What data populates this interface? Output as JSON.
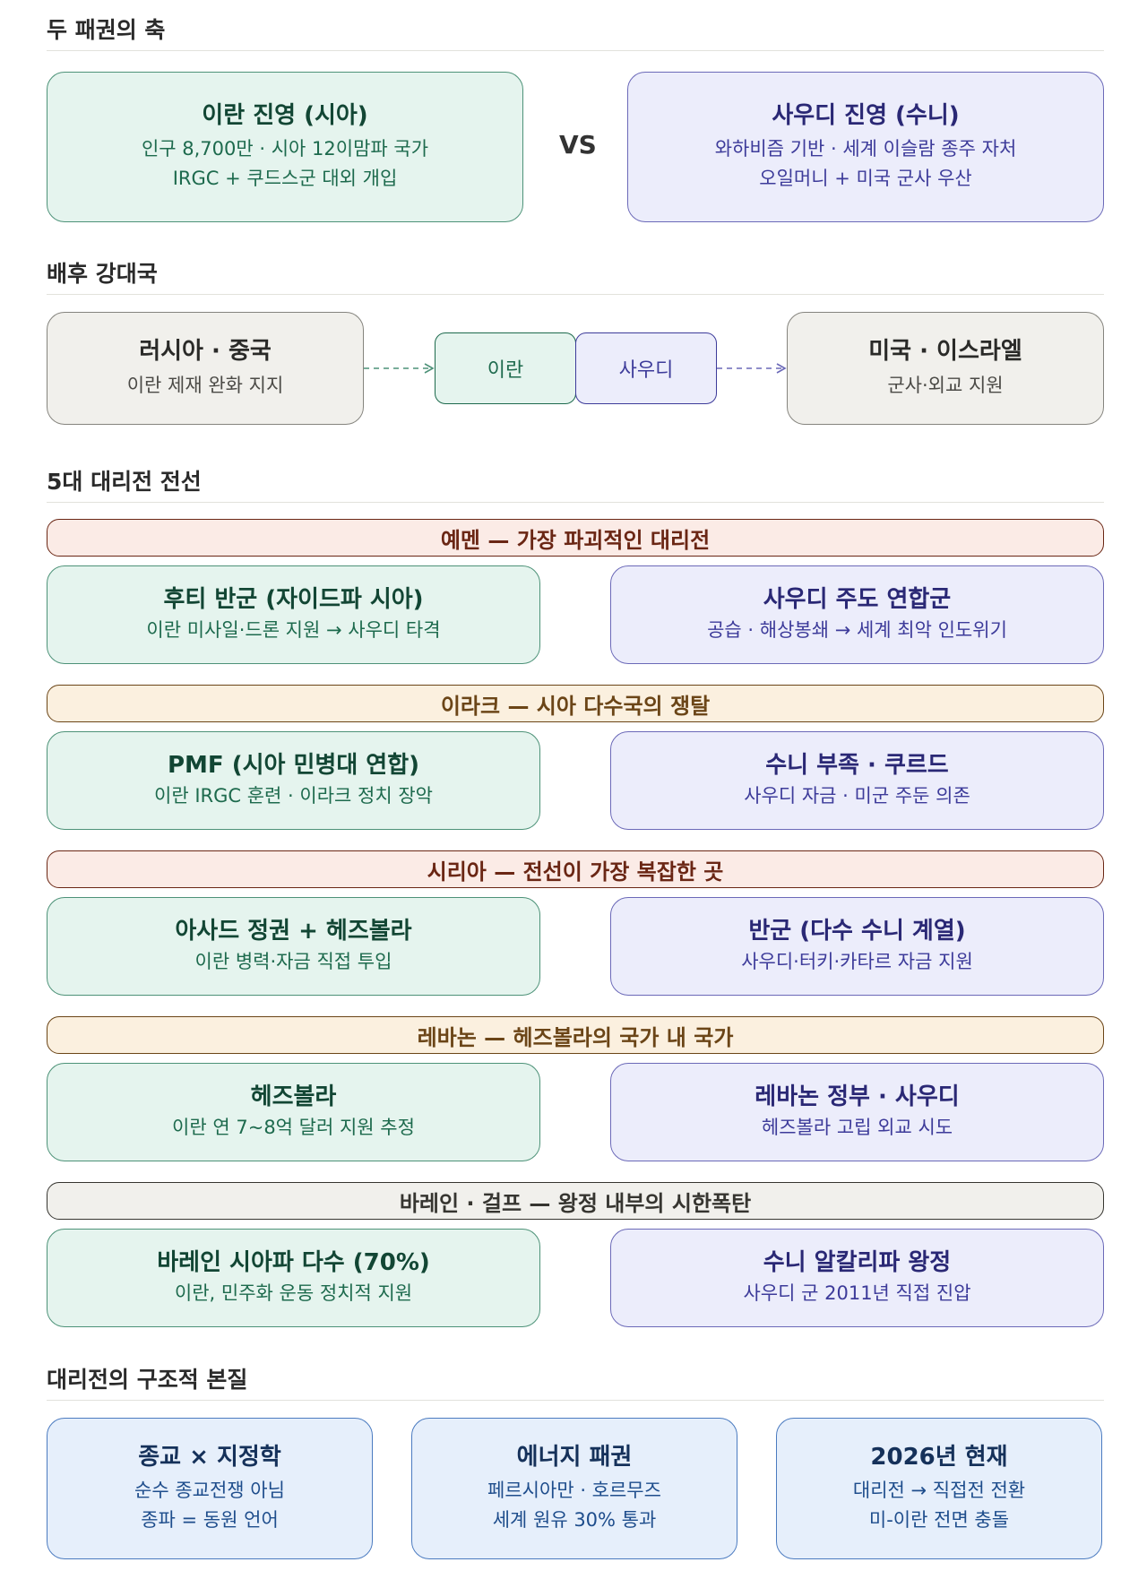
{
  "sections": {
    "axis": "두 패권의 축",
    "powers": "배후 강대국",
    "fronts": "5대 대리전 전선",
    "essence": "대리전의 구조적 본질"
  },
  "axis": {
    "iran": {
      "title": "이란 진영 (시아)",
      "line1": "인구 8,700만 · 시아 12이맘파 국가",
      "line2": "IRGC + 쿠드스군 대외 개입"
    },
    "vs": "VS",
    "saudi": {
      "title": "사우디 진영 (수니)",
      "line1": "와하비즘 기반 · 세계 이슬람 종주 자처",
      "line2": "오일머니 + 미국 군사 우산"
    }
  },
  "powers": {
    "left": {
      "title": "러시아 · 중국",
      "sub": "이란 제재 완화 지지"
    },
    "center_left": "이란",
    "center_right": "사우디",
    "right": {
      "title": "미국 · 이스라엘",
      "sub": "군사·외교 지원"
    }
  },
  "fronts": [
    {
      "banner": "예멘 — 가장 파괴적인 대리전",
      "left": {
        "title": "후티 반군 (자이드파 시아)",
        "sub": "이란 미사일·드론 지원 → 사우디 타격"
      },
      "right": {
        "title": "사우디 주도 연합군",
        "sub": "공습 · 해상봉쇄 → 세계 최악 인도위기"
      }
    },
    {
      "banner": "이라크 — 시아 다수국의 쟁탈",
      "left": {
        "title": "PMF (시아 민병대 연합)",
        "sub": "이란 IRGC 훈련 · 이라크 정치 장악"
      },
      "right": {
        "title": "수니 부족 · 쿠르드",
        "sub": "사우디 자금 · 미군 주둔 의존"
      }
    },
    {
      "banner": "시리아 — 전선이 가장 복잡한 곳",
      "left": {
        "title": "아사드 정권 + 헤즈볼라",
        "sub": "이란 병력·자금 직접 투입"
      },
      "right": {
        "title": "반군 (다수 수니 계열)",
        "sub": "사우디·터키·카타르 자금 지원"
      }
    },
    {
      "banner": "레바논 — 헤즈볼라의 국가 내 국가",
      "left": {
        "title": "헤즈볼라",
        "sub": "이란 연 7~8억 달러 지원 추정"
      },
      "right": {
        "title": "레바논 정부 · 사우디",
        "sub": "헤즈볼라 고립 외교 시도"
      }
    },
    {
      "banner": "바레인 · 걸프 — 왕정 내부의 시한폭탄",
      "left": {
        "title": "바레인 시아파 다수 (70%)",
        "sub": "이란, 민주화 운동 정치적 지원"
      },
      "right": {
        "title": "수니 알칼리파 왕정",
        "sub": "사우디 군 2011년 직접 진압"
      }
    }
  ],
  "essence": [
    {
      "title": "종교 × 지정학",
      "line1": "순수 종교전쟁 아님",
      "line2": "종파 = 동원 언어"
    },
    {
      "title": "에너지 패권",
      "line1": "페르시아만 · 호르무즈",
      "line2": "세계 원유 30% 통과"
    },
    {
      "title": "2026년 현재",
      "line1": "대리전 → 직접전 전환",
      "line2": "미-이란 전면 충돌"
    }
  ],
  "colors": {
    "iran": "#e5f4ee",
    "saudi": "#ecedfb",
    "power": "#f1f0ec",
    "essence": "#e6effb",
    "banner_rose": "#fbebe6",
    "banner_tan": "#fbf0df",
    "banner_stone": "#f1f0ec"
  }
}
